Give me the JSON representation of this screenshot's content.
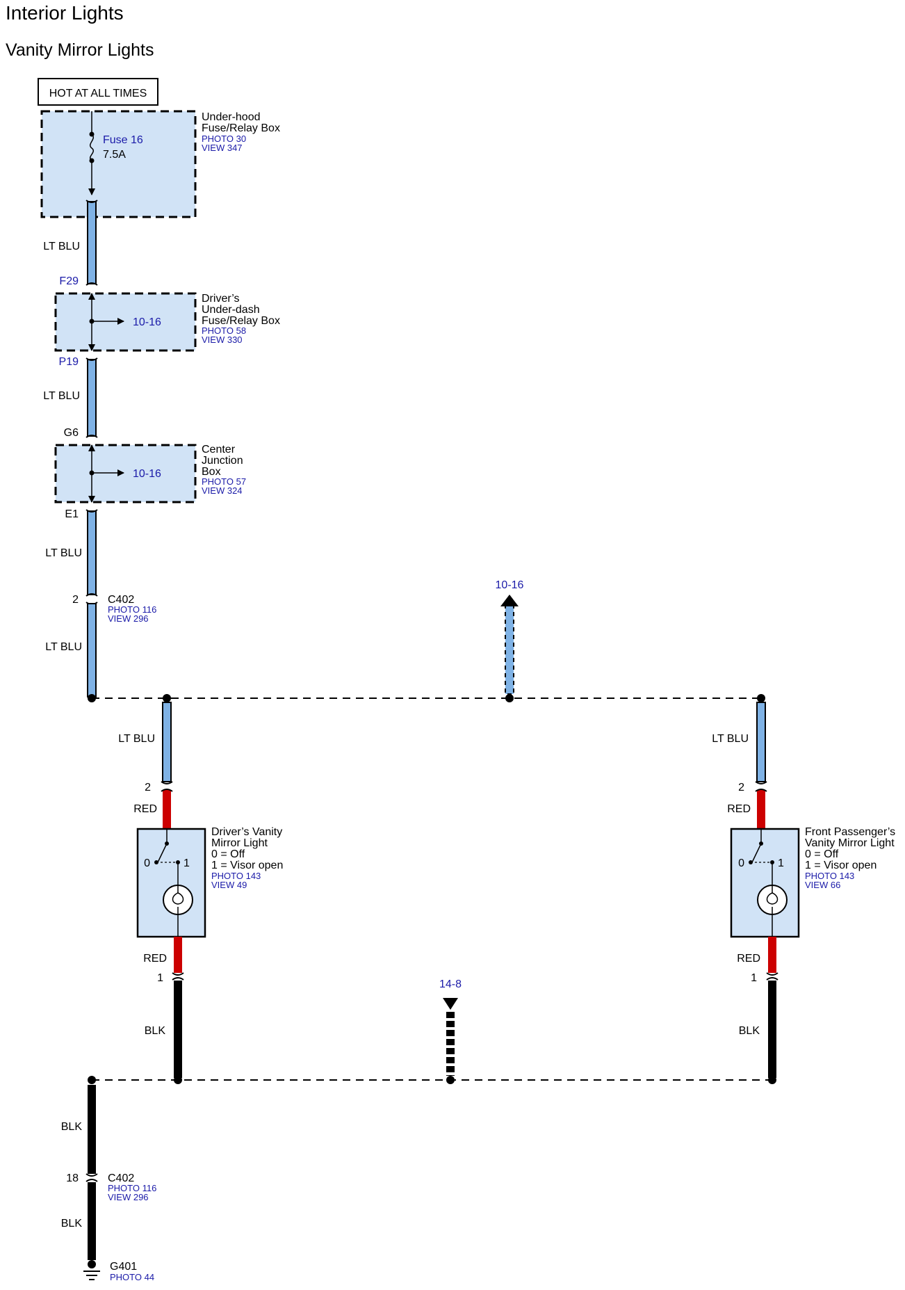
{
  "header": {
    "title": "Interior Lights",
    "subtitle": "Vanity Mirror Lights"
  },
  "power_label": "HOT AT ALL TIMES",
  "underhood_box": {
    "name_lines": [
      "Under-hood",
      "Fuse/Relay Box"
    ],
    "photo": "PHOTO 30",
    "view": "VIEW 347",
    "fuse_name": "Fuse 16",
    "fuse_rating": "7.5A"
  },
  "underdash_box": {
    "name_lines": [
      "Driver’s",
      "Under-dash",
      "Fuse/Relay Box"
    ],
    "photo": "PHOTO 58",
    "view": "VIEW 330",
    "pin_in": "F29",
    "pin_out": "P19",
    "branch_ref": "10-16"
  },
  "junction_box": {
    "name_lines": [
      "Center",
      "Junction",
      "Box"
    ],
    "photo": "PHOTO 57",
    "view": "VIEW 324",
    "pin_in": "G6",
    "pin_out": "E1",
    "branch_ref": "10-16"
  },
  "connector_upper": {
    "pin": "2",
    "name": "C402",
    "photo": "PHOTO 116",
    "view": "VIEW 296"
  },
  "connector_lower": {
    "pin": "18",
    "name": "C402",
    "photo": "PHOTO 116",
    "view": "VIEW 296"
  },
  "power_continuation_ref": "10-16",
  "ground_continuation_ref": "14-8",
  "ground": {
    "name": "G401",
    "photo": "PHOTO 44"
  },
  "wire_colors": {
    "lt_blu": "LT BLU",
    "red": "RED",
    "blk": "BLK"
  },
  "driver_light": {
    "name_lines": [
      "Driver’s Vanity",
      "Mirror Light"
    ],
    "state_off": "0 = Off",
    "state_open": "1 = Visor open",
    "photo": "PHOTO 143",
    "view": "VIEW 49",
    "pin_top": "2",
    "pin_bottom": "1",
    "switch_pos_off": "0",
    "switch_pos_on": "1"
  },
  "passenger_light": {
    "name_lines": [
      "Front Passenger’s",
      "Vanity Mirror Light"
    ],
    "state_off": "0 = Off",
    "state_open": "1 = Visor open",
    "photo": "PHOTO 143",
    "view": "VIEW 66",
    "pin_top": "2",
    "pin_bottom": "1",
    "switch_pos_off": "0",
    "switch_pos_on": "1"
  },
  "colors": {
    "lt_blu_wire": "#7fb2e5",
    "red_wire": "#cc0000",
    "blk_wire": "#000000",
    "component_fill": "#d1e3f6",
    "reference_text": "#1a1aa8"
  }
}
